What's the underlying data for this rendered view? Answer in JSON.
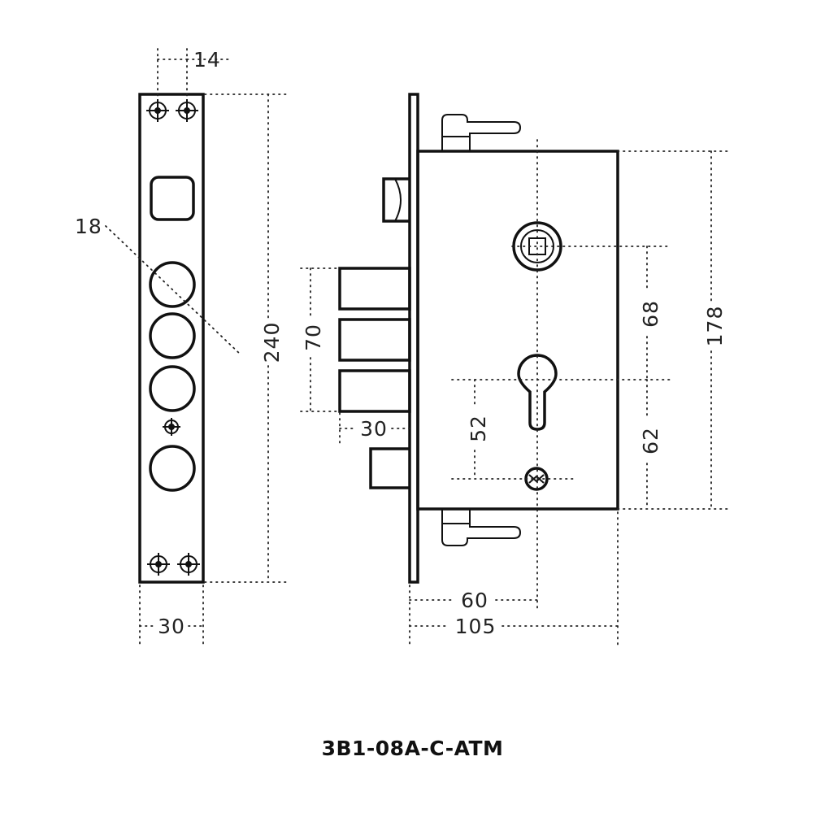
{
  "model_code": "3B1-08A-C-ATM",
  "dimensions": {
    "faceplate_hole_spacing": "14",
    "diagonal_diameter": "18",
    "faceplate_height": "240",
    "faceplate_width": "30",
    "bolt_span": "70",
    "bolt_throw": "30",
    "body_height": "178",
    "spindle_to_cylinder": "68",
    "cylinder_to_bottom": "62",
    "cylinder_to_screw": "52",
    "backset": "60",
    "body_depth": "105"
  }
}
